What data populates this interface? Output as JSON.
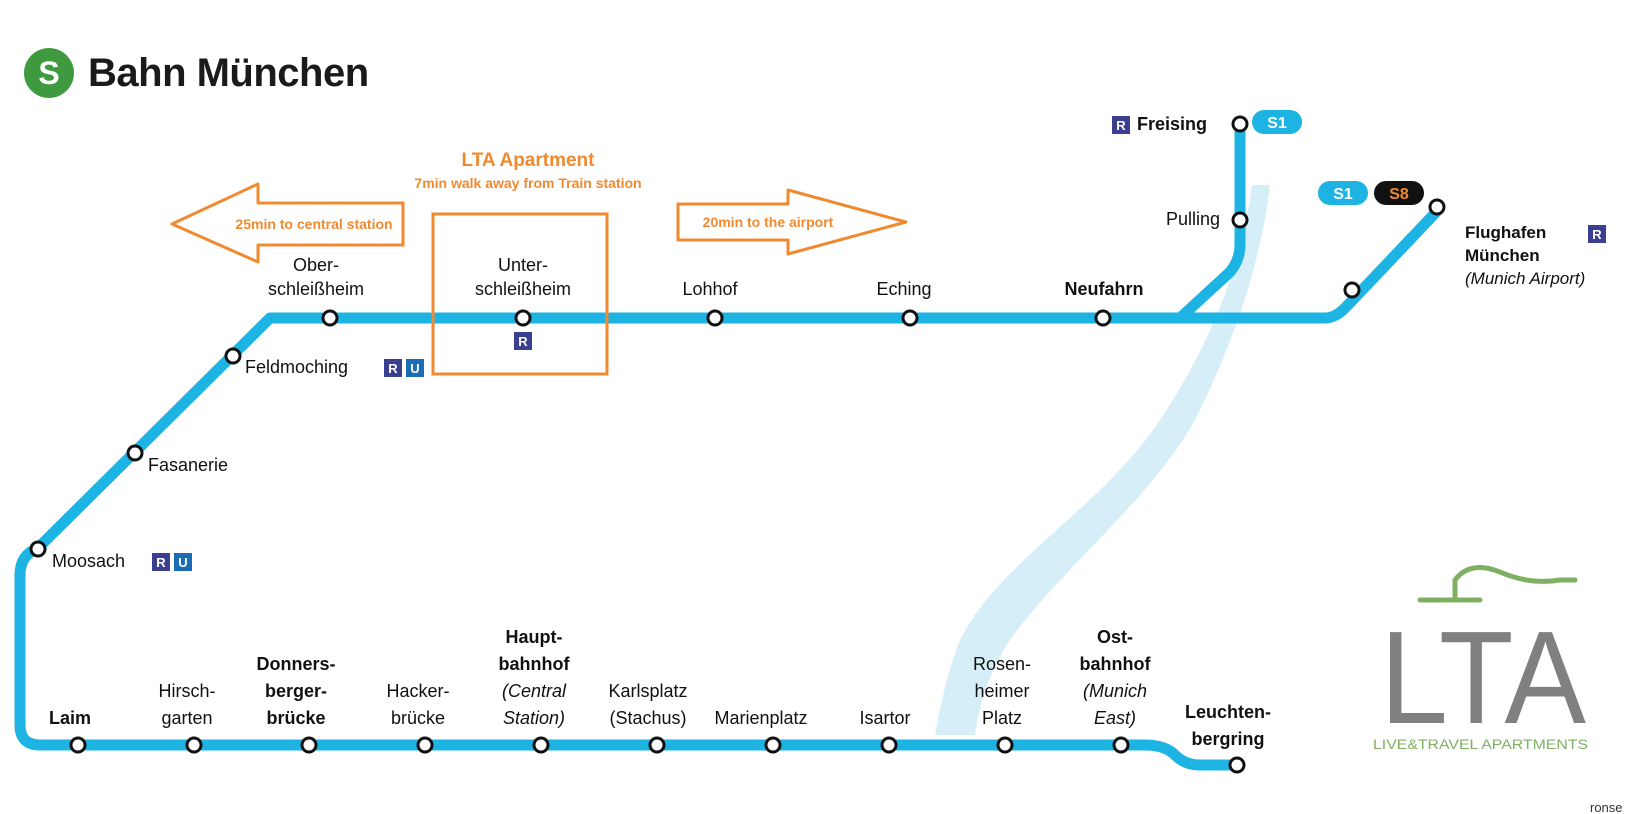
{
  "header": {
    "logo_letter": "S",
    "title": "Bahn München"
  },
  "colors": {
    "line": "#1db4e3",
    "river": "#d6eef8",
    "orange": "#f08a30",
    "badge_dark": "#3b3f8f",
    "badge_u": "#1a6cb5",
    "lta_gray": "#808080",
    "lta_green": "#7fb061"
  },
  "annotation": {
    "title": "LTA Apartment",
    "subtitle": "7min walk away from Train station",
    "left_arrow": "25min to central station",
    "right_arrow": "20min to the airport"
  },
  "line_badges": [
    "S1",
    "S1",
    "S8"
  ],
  "service_badges": {
    "regional": "R",
    "ubahn": "U"
  },
  "stations": [
    {
      "id": "freising",
      "lines": [
        "Freising"
      ],
      "bold": true,
      "badges": [
        "R"
      ]
    },
    {
      "id": "pulling",
      "lines": [
        "Pulling"
      ]
    },
    {
      "id": "flughafen",
      "lines": [
        "Flughafen",
        "München",
        "(Munich Airport)"
      ],
      "bold": true,
      "badges": [
        "R"
      ]
    },
    {
      "id": "neufahrn",
      "lines": [
        "Neufahrn"
      ],
      "bold": true
    },
    {
      "id": "eching",
      "lines": [
        "Eching"
      ]
    },
    {
      "id": "lohhof",
      "lines": [
        "Lohhof"
      ]
    },
    {
      "id": "unterschleissheim",
      "lines": [
        "Unter-",
        "schleißheim"
      ],
      "badges": [
        "R"
      ]
    },
    {
      "id": "oberschleissheim",
      "lines": [
        "Ober-",
        "schleißheim"
      ]
    },
    {
      "id": "feldmoching",
      "lines": [
        "Feldmoching"
      ],
      "badges": [
        "R",
        "U"
      ]
    },
    {
      "id": "fasanerie",
      "lines": [
        "Fasanerie"
      ]
    },
    {
      "id": "moosach",
      "lines": [
        "Moosach"
      ],
      "badges": [
        "R",
        "U"
      ]
    },
    {
      "id": "laim",
      "lines": [
        "Laim"
      ],
      "bold": true
    },
    {
      "id": "hirschgarten",
      "lines": [
        "Hirsch-",
        "garten"
      ]
    },
    {
      "id": "donnersbergerbruecke",
      "lines": [
        "Donners-",
        "berger-",
        "brücke"
      ],
      "bold": true
    },
    {
      "id": "hackerbruecke",
      "lines": [
        "Hacker-",
        "brücke"
      ]
    },
    {
      "id": "hauptbahnhof",
      "lines": [
        "Haupt-",
        "bahnhof",
        "(Central",
        "Station)"
      ],
      "bold": true
    },
    {
      "id": "karlsplatz",
      "lines": [
        "Karlsplatz",
        "(Stachus)"
      ]
    },
    {
      "id": "marienplatz",
      "lines": [
        "Marienplatz"
      ]
    },
    {
      "id": "isartor",
      "lines": [
        "Isartor"
      ]
    },
    {
      "id": "rosenheimer",
      "lines": [
        "Rosen-",
        "heimer",
        "Platz"
      ]
    },
    {
      "id": "ostbahnhof",
      "lines": [
        "Ost-",
        "bahnhof",
        "(Munich",
        "East)"
      ],
      "bold": true
    },
    {
      "id": "leuchtenbergring",
      "lines": [
        "Leuchten-",
        "bergring"
      ],
      "bold": true
    }
  ],
  "logo": {
    "text": "LTA",
    "tagline": "LIVE&TRAVEL APARTMENTS"
  },
  "footer_fragment": "ronse"
}
